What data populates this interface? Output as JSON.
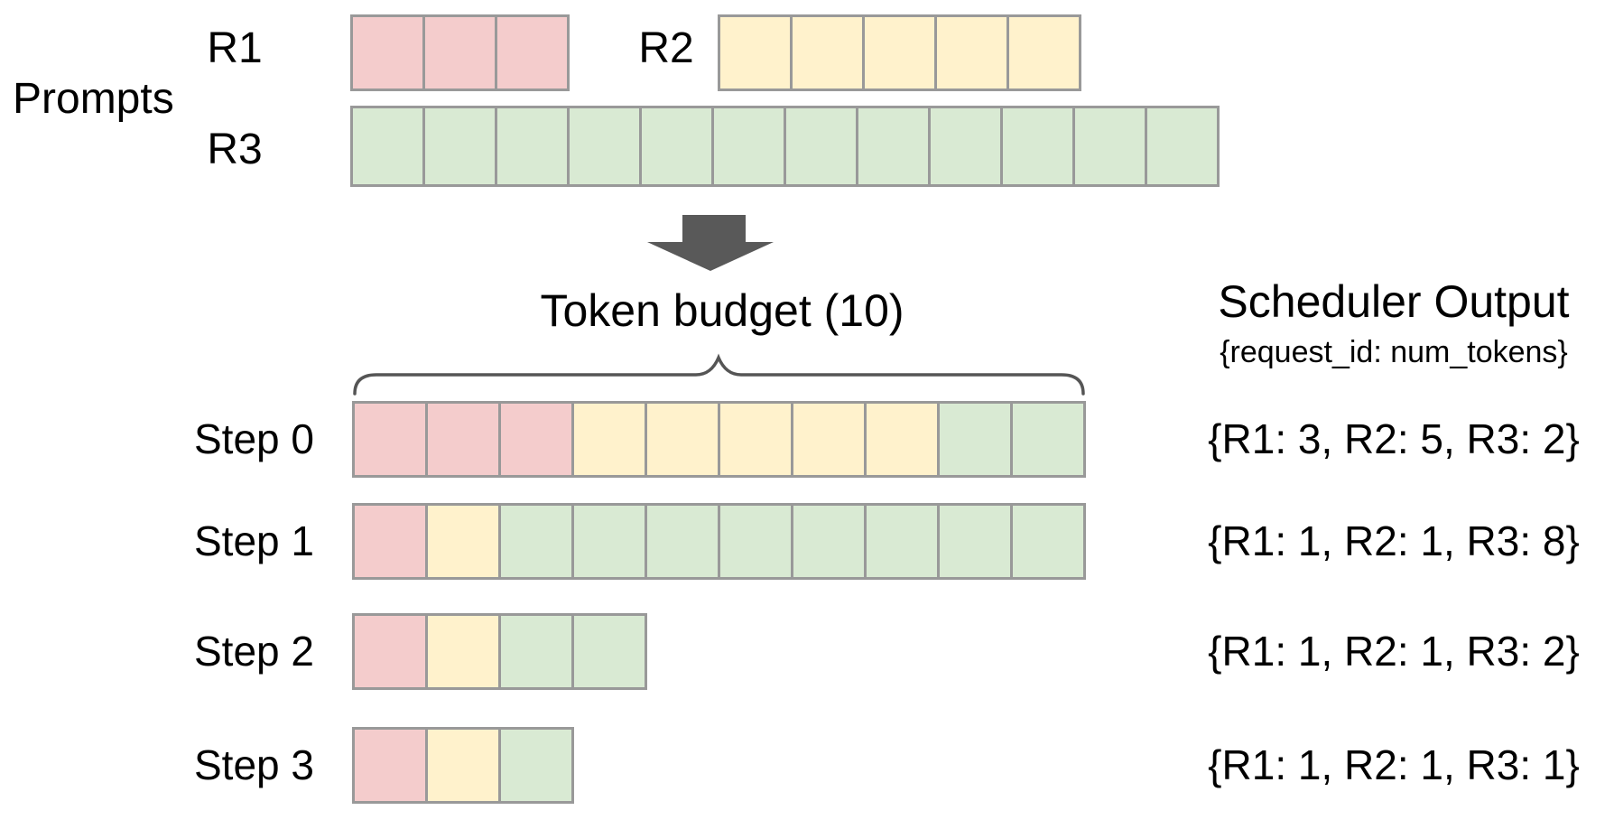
{
  "colors": {
    "r1": "#f4cccc",
    "r2": "#fff2cc",
    "r3": "#d9ead3",
    "cell_border": "#999999",
    "arrow": "#595959",
    "brace": "#555555",
    "text": "#000000",
    "background": "#ffffff"
  },
  "prompts": {
    "section_label": "Prompts",
    "rows": [
      {
        "label": "R1",
        "color": "r1",
        "tokens": 3
      },
      {
        "label": "R2",
        "color": "r2",
        "tokens": 5
      },
      {
        "label": "R3",
        "color": "r3",
        "tokens": 12
      }
    ]
  },
  "token_budget": {
    "label": "Token budget (10)",
    "value": 10
  },
  "scheduler": {
    "title": "Scheduler Output",
    "subtitle": "{request_id: num_tokens}"
  },
  "steps": [
    {
      "label": "Step 0",
      "segments": [
        {
          "color": "r1",
          "count": 3
        },
        {
          "color": "r2",
          "count": 5
        },
        {
          "color": "r3",
          "count": 2
        }
      ],
      "output": "{R1: 3, R2: 5, R3: 2}"
    },
    {
      "label": "Step 1",
      "segments": [
        {
          "color": "r1",
          "count": 1
        },
        {
          "color": "r2",
          "count": 1
        },
        {
          "color": "r3",
          "count": 8
        }
      ],
      "output": "{R1: 1, R2: 1, R3: 8}"
    },
    {
      "label": "Step 2",
      "segments": [
        {
          "color": "r1",
          "count": 1
        },
        {
          "color": "r2",
          "count": 1
        },
        {
          "color": "r3",
          "count": 2
        }
      ],
      "output": "{R1: 1, R2: 1, R3: 2}"
    },
    {
      "label": "Step 3",
      "segments": [
        {
          "color": "r1",
          "count": 1
        },
        {
          "color": "r2",
          "count": 1
        },
        {
          "color": "r3",
          "count": 1
        }
      ],
      "output": "{R1: 1, R2: 1, R3: 1}"
    }
  ]
}
